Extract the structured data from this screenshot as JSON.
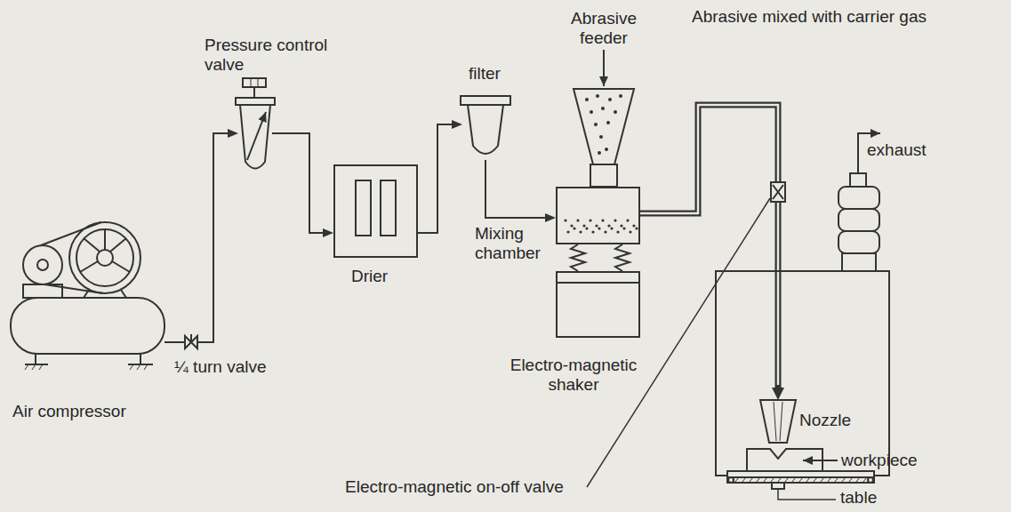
{
  "diagram": {
    "nodes": [
      {
        "text": [
          "Air compressor"
        ]
      },
      {
        "text": [
          "Pressure control valve"
        ]
      },
      {
        "text": [
          "Drier"
        ]
      },
      {
        "text": [
          "filter"
        ]
      },
      {
        "text": [
          "Mixing chamber"
        ]
      },
      {
        "text": [
          "Electro-magnetic shaker"
        ]
      },
      {
        "text": [
          "Nozzle"
        ]
      }
    ],
    "edges": [
      {
        "from": 0,
        "to": 1,
        "arrow": "to"
      },
      {
        "from": 1,
        "to": 2,
        "arrow": "to"
      },
      {
        "from": 2,
        "to": 3,
        "arrow": "to"
      },
      {
        "from": 3,
        "to": 4,
        "arrow": "to"
      },
      {
        "from": 4,
        "to": 6,
        "label": "Abrasive mixed with carrier gas",
        "arrow": "to"
      }
    ],
    "labels": [
      "¼ turn valve",
      "Abrasive feeder",
      "exhaust",
      "workpiece",
      "table",
      "Electro-magnetic on-off valve"
    ]
  }
}
